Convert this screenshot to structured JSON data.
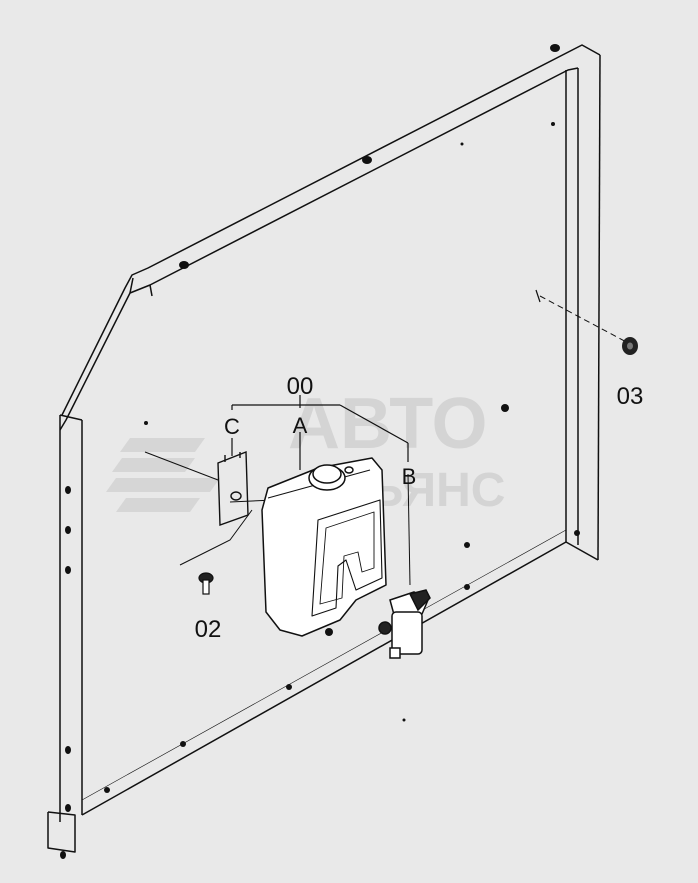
{
  "callouts": {
    "assembly": "00",
    "bolt": "02",
    "grommet": "03",
    "tank": "A",
    "pump": "B",
    "bracket": "C"
  },
  "watermark": {
    "line1": "АВТО",
    "line2": "АЛЬЯНС"
  }
}
